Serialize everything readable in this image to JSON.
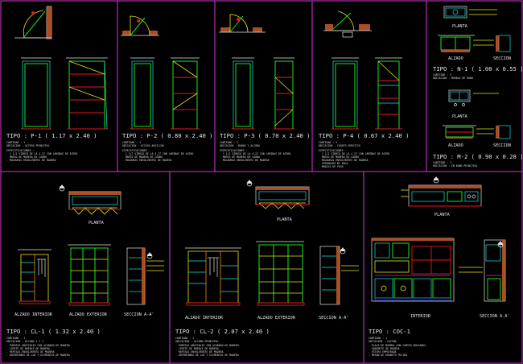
{
  "sheet": {
    "row1": [
      {
        "title": "TIPO : P-1  ( 1.17 x 2.40 )",
        "notes": [
          "CANTIDAD : 1",
          "UBICACION : ACCESO PRINCIPAL",
          "ESPECIFICACIONES :",
          "- 1 1/2 VIDRIO DE LA 4.27 CON LAMINAS DE ACERO",
          "- MARCO DE MADERA DE CAOBA",
          "- MOLDURAS ENVOLVENTES DE MADERA"
        ]
      },
      {
        "title": "TIPO : P-2  ( 0.80 x 2.40 )",
        "notes": [
          "CANTIDAD : 1",
          "UBICACION : ACCESO AUXILIAR",
          "ESPECIFICACIONES :",
          "- 1 1/2 VIDRIO DE LA 4.27 CON LAMINAS DE ACERO",
          "- MARCO DE MADERA DE CAOBA",
          "- MOLDURAS ENVOLVENTES DE MADERA"
        ]
      },
      {
        "title": "TIPO : P-3  ( 0.70 x 2.40 )",
        "notes": [
          "CANTIDAD : 2",
          "UBICACION : BANOS Y ALCOBA",
          "ESPECIFICACIONES :",
          "- 1 1/2 VIDRIO DE LA 4.27 CON LAMINAS DE ACERO",
          "- MARCO DE MADERA DE CAOBA",
          "- MOLDURAS ENVOLVENTES DE MADERA"
        ]
      },
      {
        "title": "TIPO : P-4  ( 0.67 x 2.40 )",
        "notes": [
          "CANTIDAD : 1",
          "UBICACION : CUARTO SERVICIO",
          "ESPECIFICACIONES :",
          "- 1 1/2 VIDRIO DE LA 4.27 CON LAMINAS DE ACERO",
          "- MARCO DE MADERA DE CAOBA",
          "- MOLDURAS ENVOLVENTES DE MADERA",
          "- CERRADURA DE BOLA",
          "- MANIJA DE PASO"
        ]
      }
    ],
    "right_col": {
      "planta_1": "PLANTA",
      "alzado": "ALZADO",
      "seccion": "SECCION",
      "tipo_1": "TIPO : N-1  ( 1.00 x 0.55 )",
      "notes_1": [
        "CANTIDAD : 3",
        "UBICACION : MUEBLE DE BANO"
      ],
      "planta_2": "PLANTA",
      "alzado_2": "ALZADO",
      "seccion_2": "SECCION",
      "tipo_2": "TIPO : M-2  ( 0.90 x 0.28 )",
      "notes_2": [
        "CANTIDAD : 1",
        "UBICACION : EN BANO PRINCIPAL"
      ]
    },
    "row2": [
      {
        "planta": "PLANTA",
        "alzado_int": "ALZADO INTERIOR",
        "alzado_ext": "ALZADO EXTERIOR",
        "seccion": "SECCION A-A'",
        "title": "TIPO : CL-1  ( 1.32 x 2.40 )",
        "notes": [
          "CANTIDAD : 1",
          "UBICACION : ALCOBA 1 Y 2",
          "- PUERTAS ABATIBLES CON ACABADO DE MADERA",
          "- LIMITE DE MUEBLE DE MADERA",
          "- REPISAS ENVOLVENTES DE MADERA",
          "- ENTREPAÑOS DE LUZ Y ELEMENTOS DE MADERA"
        ]
      },
      {
        "planta": "PLANTA",
        "alzado_int": "ALZADO INTERIOR",
        "alzado_ext": "ALZADO EXTERIOR",
        "seccion": "SECCION A-A'",
        "title": "TIPO : CL-2  ( 2.07 x 2.40 )",
        "notes": [
          "CANTIDAD : 1",
          "UBICACION : ALCOBA PRINCIPAL",
          "- PUERTAS ABATIBLES CON ACABADO DE MADERA",
          "- LIMITE DE MUEBLE DE MADERA",
          "- REPISAS ENVOLVENTES DE MADERA",
          "- ENTREPAÑOS DE LUZ Y ELEMENTOS DE MADERA"
        ]
      },
      {
        "planta": "PLANTA",
        "interior": "INTERIOR",
        "seccion": "SECCION A-A'",
        "title": "TIPO : COC-1",
        "notes": [
          "CANTIDAD : 1",
          "UBICACION : COCINA",
          "- PLACA DE MARMOL CON CANTOS BOLEADOS",
          "- GABINETE DE MADERA",
          "- ESTUFA EMPOTRADA",
          "- MESON DE GRANITO PULIDO"
        ]
      }
    ]
  }
}
